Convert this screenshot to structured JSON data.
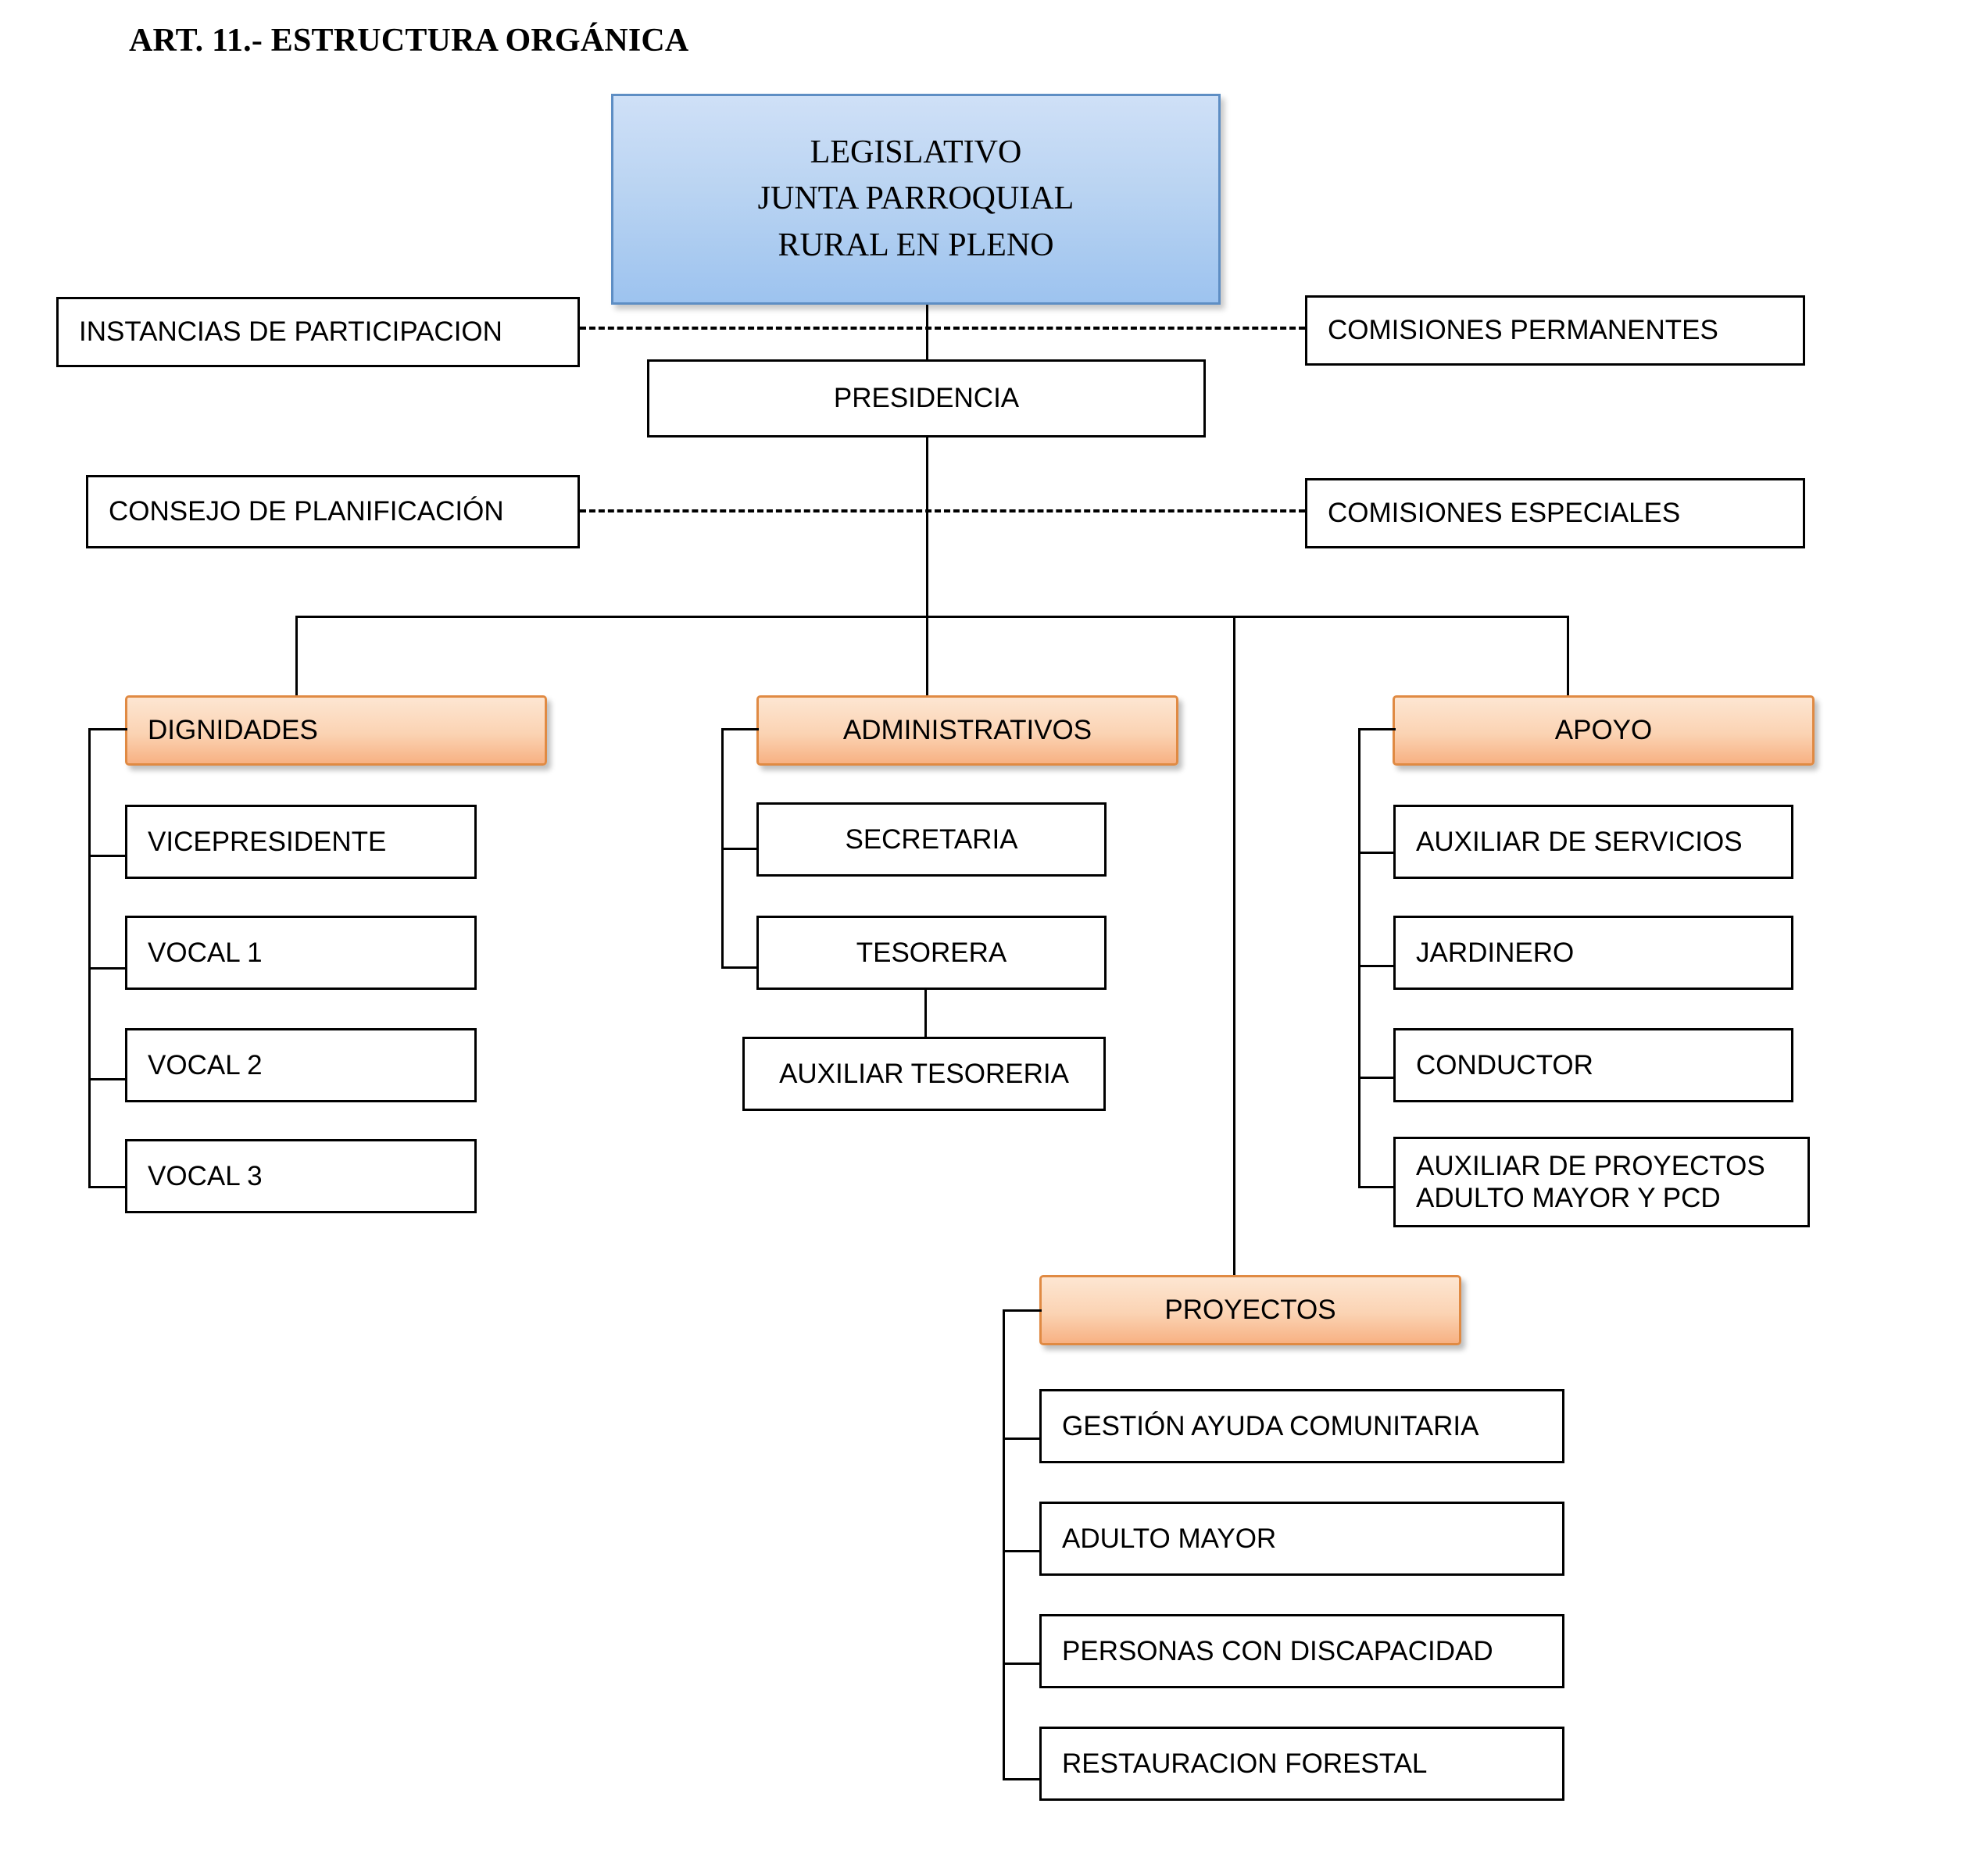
{
  "title": "ART. 11.- ESTRUCTURA ORGÁNICA",
  "colors": {
    "top_box_fill": "#bad4f2",
    "top_box_border": "#5e8ec4",
    "group_box_fill": "#f7b183",
    "group_box_border": "#e08a43",
    "line": "#000000",
    "box_border": "#000000",
    "background": "#ffffff"
  },
  "top": {
    "line1": "LEGISLATIVO",
    "line2": "JUNTA PARROQUIAL",
    "line3": "RURAL EN PLENO"
  },
  "side_left": {
    "instancias": "INSTANCIAS DE PARTICIPACION",
    "consejo": "CONSEJO DE PLANIFICACIÓN"
  },
  "side_right": {
    "permanentes": "COMISIONES PERMANENTES",
    "especiales": "COMISIONES ESPECIALES"
  },
  "presidencia": "PRESIDENCIA",
  "groups": [
    {
      "key": "dignidades",
      "label": "DIGNIDADES",
      "children": [
        "VICEPRESIDENTE",
        "VOCAL 1",
        "VOCAL 2",
        "VOCAL 3"
      ]
    },
    {
      "key": "administrativos",
      "label": "ADMINISTRATIVOS",
      "children": [
        "SECRETARIA",
        "TESORERA"
      ],
      "subchild": "AUXILIAR TESORERIA"
    },
    {
      "key": "apoyo",
      "label": "APOYO",
      "children": [
        "AUXILIAR DE SERVICIOS",
        "JARDINERO",
        "CONDUCTOR",
        "AUXILIAR DE PROYECTOS ADULTO MAYOR Y PCD"
      ],
      "children_multiline": {
        "3": [
          "AUXILIAR DE PROYECTOS",
          "ADULTO MAYOR Y PCD"
        ]
      }
    },
    {
      "key": "proyectos",
      "label": "PROYECTOS",
      "children": [
        "GESTIÓN AYUDA COMUNITARIA",
        "ADULTO MAYOR",
        "PERSONAS CON DISCAPACIDAD",
        "RESTAURACION FORESTAL"
      ]
    }
  ]
}
